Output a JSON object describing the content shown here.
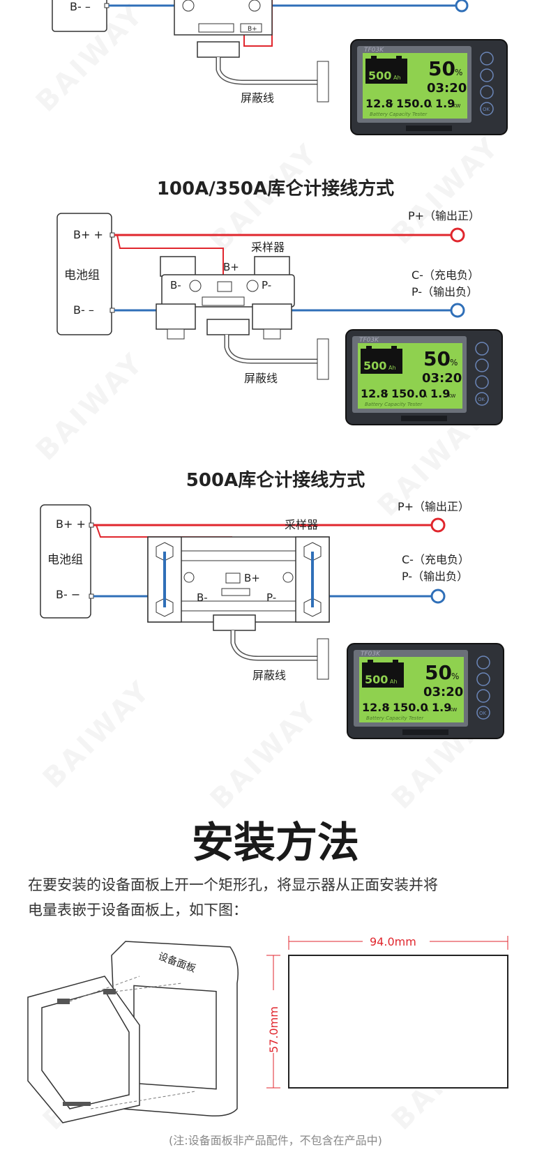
{
  "watermark": "BAIWAY",
  "colors": {
    "positive_wire": "#e0262d",
    "negative_wire": "#2f6fb8",
    "lcd_green": "#8fd14f",
    "display_body": "#2f3238"
  },
  "display": {
    "brand": "TF03K",
    "capacity": "500",
    "capacity_unit": "Ah",
    "percent": "50",
    "percent_unit": "%",
    "time": "03:20",
    "voltage": "12.8",
    "voltage_unit": "V",
    "current": "150.0",
    "current_unit": "A",
    "power": "1.9",
    "power_unit": "KW",
    "caption": "Battery Capacity Tester",
    "ok": "OK"
  },
  "diagram1": {
    "b_minus": "B-  –",
    "b_plus": "B+",
    "shield_cable": "屏蔽线"
  },
  "diagram2": {
    "title": "100A/350A库仑计接线方式",
    "battery_label": "电池组",
    "b_plus": "B+ +",
    "b_minus": "B-  –",
    "sampler": "采样器",
    "sampler_b_plus": "B+",
    "sampler_b_minus": "B-",
    "sampler_p_minus": "P-",
    "p_plus_label": "P+（输出正）",
    "c_minus_label": "C-（充电负）",
    "p_minus_label": "P-（输出负）",
    "shield_cable": "屏蔽线"
  },
  "diagram3": {
    "title": "500A库仑计接线方式",
    "battery_label": "电池组",
    "b_plus": "B+ +",
    "b_minus": "B-  −",
    "sampler": "采样器",
    "sampler_b_plus": "B+",
    "sampler_b_minus": "B-",
    "sampler_p_minus": "P-",
    "p_plus_label": "P+（输出正）",
    "c_minus_label": "C-（充电负）",
    "p_minus_label": "P-（输出负）",
    "shield_cable": "屏蔽线"
  },
  "install": {
    "title": "安装方法",
    "line1": "在要安装的设备面板上开一个矩形孔，将显示器从正面安装并将",
    "line2": "电量表嵌于设备面板上，如下图：",
    "panel_label": "设备面板",
    "width_dim": "94.0mm",
    "height_dim": "57.0mm",
    "note": "(注:设备面板非产品配件，不包含在产品中)"
  }
}
